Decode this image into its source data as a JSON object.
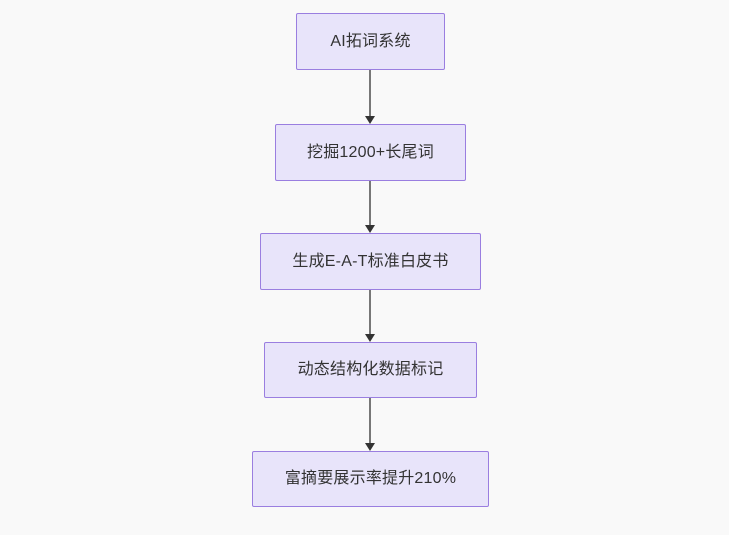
{
  "diagram": {
    "type": "flowchart",
    "direction": "top-to-bottom",
    "background_color": "#f9f9f9",
    "node_fill_color": "#e8e4fa",
    "node_border_color": "#9a7ee0",
    "node_text_color": "#333333",
    "edge_color": "#777777",
    "arrow_color": "#333333",
    "nodes": [
      {
        "id": "n1",
        "label": "AI拓词系统"
      },
      {
        "id": "n2",
        "label": "挖掘1200+长尾词"
      },
      {
        "id": "n3",
        "label": "生成E-A-T标准白皮书"
      },
      {
        "id": "n4",
        "label": "动态结构化数据标记"
      },
      {
        "id": "n5",
        "label": "富摘要展示率提升210%"
      }
    ],
    "edges": [
      {
        "id": "e1",
        "from": "n1",
        "to": "n2",
        "label": ""
      },
      {
        "id": "e2",
        "from": "n2",
        "to": "n3",
        "label": ""
      },
      {
        "id": "e3",
        "from": "n3",
        "to": "n4",
        "label": ""
      },
      {
        "id": "e4",
        "from": "n4",
        "to": "n5",
        "label": ""
      }
    ]
  }
}
